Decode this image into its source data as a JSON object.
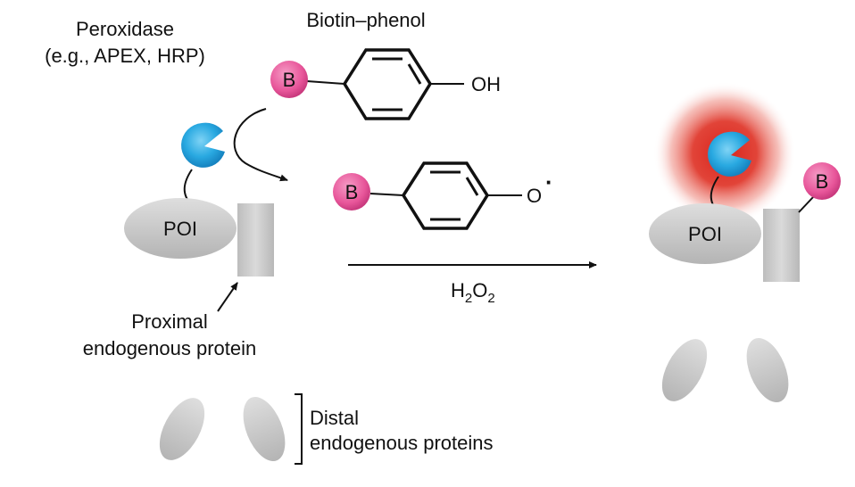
{
  "labels": {
    "peroxidase_line1": "Peroxidase",
    "peroxidase_line2": "(e.g., APEX, HRP)",
    "biotin_phenol": "Biotin–phenol",
    "oh": "OH",
    "o_radical": "O",
    "radical_dot": "·",
    "poi": "POI",
    "biotin_b": "B",
    "proximal_line1": "Proximal",
    "proximal_line2": "endogenous protein",
    "distal_line1": "Distal",
    "distal_line2": "endogenous proteins",
    "h2o2_h": "H",
    "h2o2_sub1": "2",
    "h2o2_o": "O",
    "h2o2_sub2": "2"
  },
  "colors": {
    "peroxidase": "#29a9e1",
    "biotin": "#e8569a",
    "protein": "#c9c9c9",
    "labeling_glow": "#d9241c"
  }
}
